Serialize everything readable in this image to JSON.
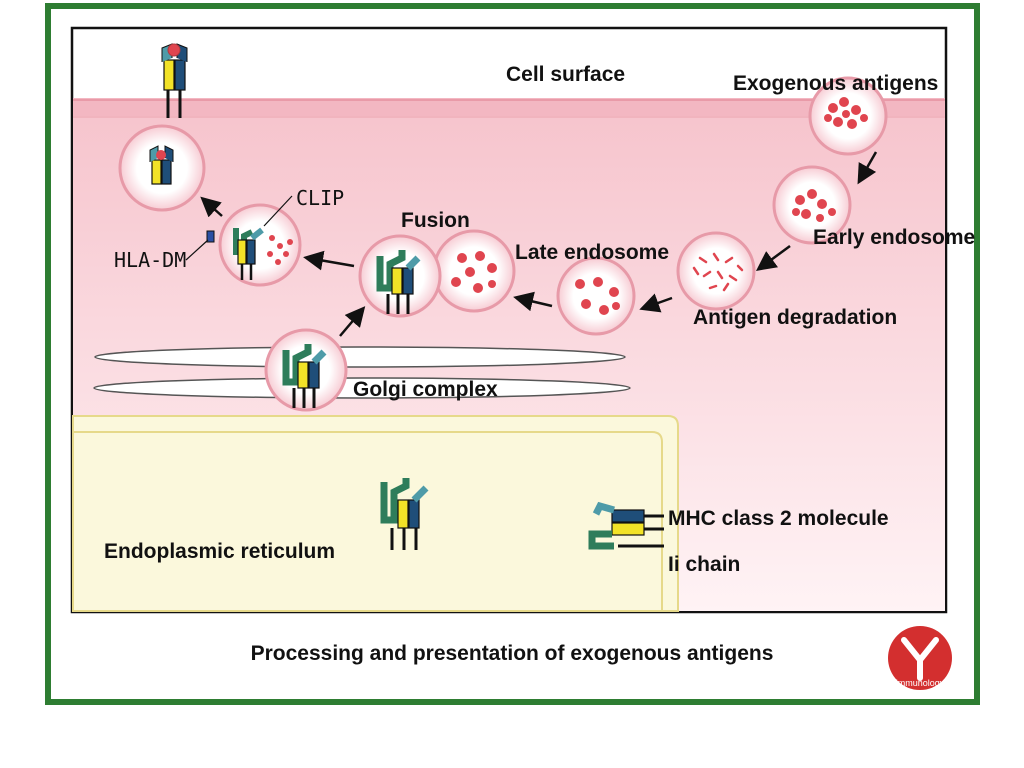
{
  "labels": {
    "cell_surface": "Cell surface",
    "exogenous_antigens": "Exogenous antigens",
    "clip": "CLIP",
    "fusion": "Fusion",
    "hla_dm": "HLA-DM",
    "late_endosome": "Late endosome",
    "early_endosome": "Early endosome",
    "antigen_degradation": "Antigen degradation",
    "golgi_complex": "Golgi complex",
    "mhc_class_2": "MHC class 2 molecule",
    "ii_chain": "Ii chain",
    "endoplasmic_reticulum": "Endoplasmic reticulum"
  },
  "caption": "Processing and presentation of exogenous antigens",
  "logo": {
    "text": "immunology",
    "color": "#d32f2f"
  },
  "colors": {
    "frame": "#2e7d32",
    "cytoplasm": "#f9d7de",
    "membrane": "#f3b7c2",
    "er": "#fbf8dc",
    "er_border": "#e6d98a",
    "antigen": "#e0454f",
    "mhc_blue": "#1f4e79",
    "mhc_yellow": "#f2e227",
    "ii_green": "#2e7d5b",
    "hla_dm": "#2b4fa3"
  }
}
